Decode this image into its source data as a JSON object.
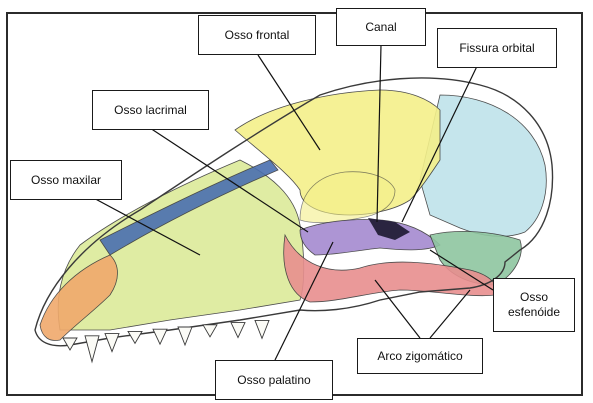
{
  "labels": {
    "frontal": "Osso frontal",
    "canal": "Canal",
    "fissura": "Fissura orbital",
    "lacrimal": "Osso lacrimal",
    "maxilar": "Osso maxilar",
    "esfenoide": "Osso\nesfenóide",
    "zigomatico": "Arco zigomático",
    "palatino": "Osso palatino"
  },
  "colors": {
    "frontal": "#f4f08a",
    "parietal": "#bfe3ea",
    "maxilar": "#dcea9a",
    "nasal": "#4a6fb0",
    "premaxilar": "#f0a96c",
    "zigomatico": "#e88f8f",
    "palatino": "#a58ad0",
    "esfenoide": "#8fc6a0",
    "outline": "#3a3a3a"
  }
}
